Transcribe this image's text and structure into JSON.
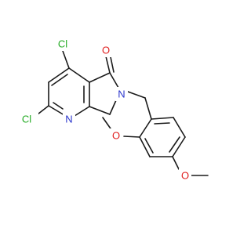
{
  "colors": {
    "bond": "#1a1a1a",
    "chlorine": "#22aa22",
    "oxygen": "#e02020",
    "nitrogen": "#2a35cc",
    "background": "#ffffff"
  },
  "atoms": {
    "cl_top": "Cl",
    "cl_left": "Cl",
    "o_carbonyl": "O",
    "n_pyridine": "N",
    "n_lactam": "N",
    "o_methoxy_1": "O",
    "o_methoxy_2": "O"
  }
}
